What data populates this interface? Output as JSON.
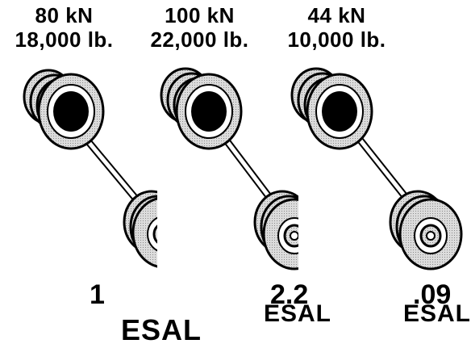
{
  "axles": [
    {
      "load_kn": "80 kN",
      "load_lb": "18,000 lb.",
      "esal_value": "1",
      "esal_unit": "ESAL"
    },
    {
      "load_kn": "100 kN",
      "load_lb": "22,000 lb.",
      "esal_value": "2.2",
      "esal_unit": "ESAL"
    },
    {
      "load_kn": "44 kN",
      "load_lb": "10,000 lb.",
      "esal_value": ".09",
      "esal_unit": "ESAL"
    }
  ]
}
